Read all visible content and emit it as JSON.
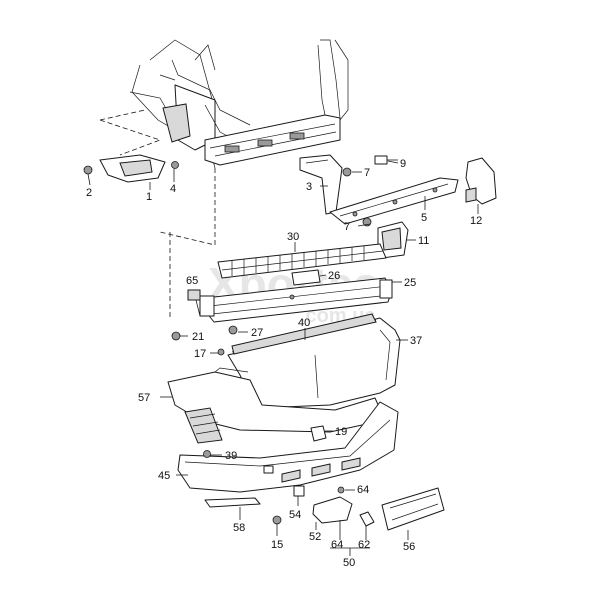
{
  "watermark": {
    "main": "Xportas",
    "sub": ".com.ua"
  },
  "callouts": [
    {
      "id": "1",
      "text": "1"
    },
    {
      "id": "2",
      "text": "2"
    },
    {
      "id": "3",
      "text": "3"
    },
    {
      "id": "4",
      "text": "4"
    },
    {
      "id": "5",
      "text": "5"
    },
    {
      "id": "7a",
      "text": "7"
    },
    {
      "id": "7b",
      "text": "7"
    },
    {
      "id": "9",
      "text": "9"
    },
    {
      "id": "11",
      "text": "11"
    },
    {
      "id": "12",
      "text": "12"
    },
    {
      "id": "15",
      "text": "15"
    },
    {
      "id": "17",
      "text": "17"
    },
    {
      "id": "19",
      "text": "19"
    },
    {
      "id": "21",
      "text": "21"
    },
    {
      "id": "25",
      "text": "25"
    },
    {
      "id": "26",
      "text": "26"
    },
    {
      "id": "27",
      "text": "27"
    },
    {
      "id": "30",
      "text": "30"
    },
    {
      "id": "37",
      "text": "37"
    },
    {
      "id": "39",
      "text": "39"
    },
    {
      "id": "40",
      "text": "40"
    },
    {
      "id": "45",
      "text": "45"
    },
    {
      "id": "50",
      "text": "50"
    },
    {
      "id": "52",
      "text": "52"
    },
    {
      "id": "54",
      "text": "54"
    },
    {
      "id": "56",
      "text": "56"
    },
    {
      "id": "57",
      "text": "57"
    },
    {
      "id": "58",
      "text": "58"
    },
    {
      "id": "62",
      "text": "62"
    },
    {
      "id": "64a",
      "text": "64"
    },
    {
      "id": "64b",
      "text": "64"
    },
    {
      "id": "65",
      "text": "65"
    }
  ],
  "colors": {
    "line": "#1a1a1a",
    "shade": "#d9d9d9",
    "watermark": "#e6e6e6"
  }
}
